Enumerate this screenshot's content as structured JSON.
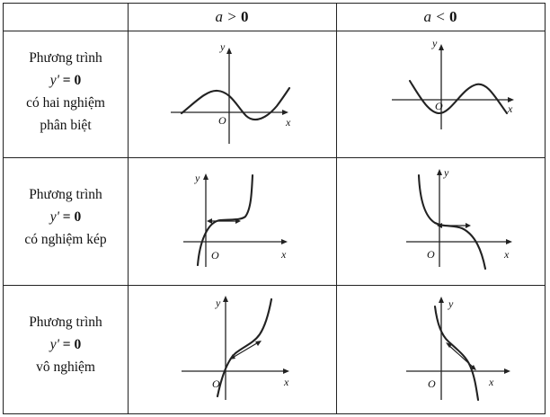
{
  "header": {
    "col1_var": "a",
    "col1_op": ">",
    "col1_val": "0",
    "col2_var": "a",
    "col2_op": "<",
    "col2_val": "0"
  },
  "rows": [
    {
      "line1": "Phương trình",
      "eq_var": "y'",
      "eq_rest": "= 0",
      "line3": "có hai nghiệm",
      "line4": "phân biệt"
    },
    {
      "line1": "Phương trình",
      "eq_var": "y'",
      "eq_rest": "= 0",
      "line3": "có nghiệm kép",
      "line4": ""
    },
    {
      "line1": "Phương trình",
      "eq_var": "y'",
      "eq_rest": "= 0",
      "line3": "vô nghiệm",
      "line4": ""
    }
  ],
  "axis_labels": {
    "x": "x",
    "y": "y",
    "origin": "O"
  }
}
